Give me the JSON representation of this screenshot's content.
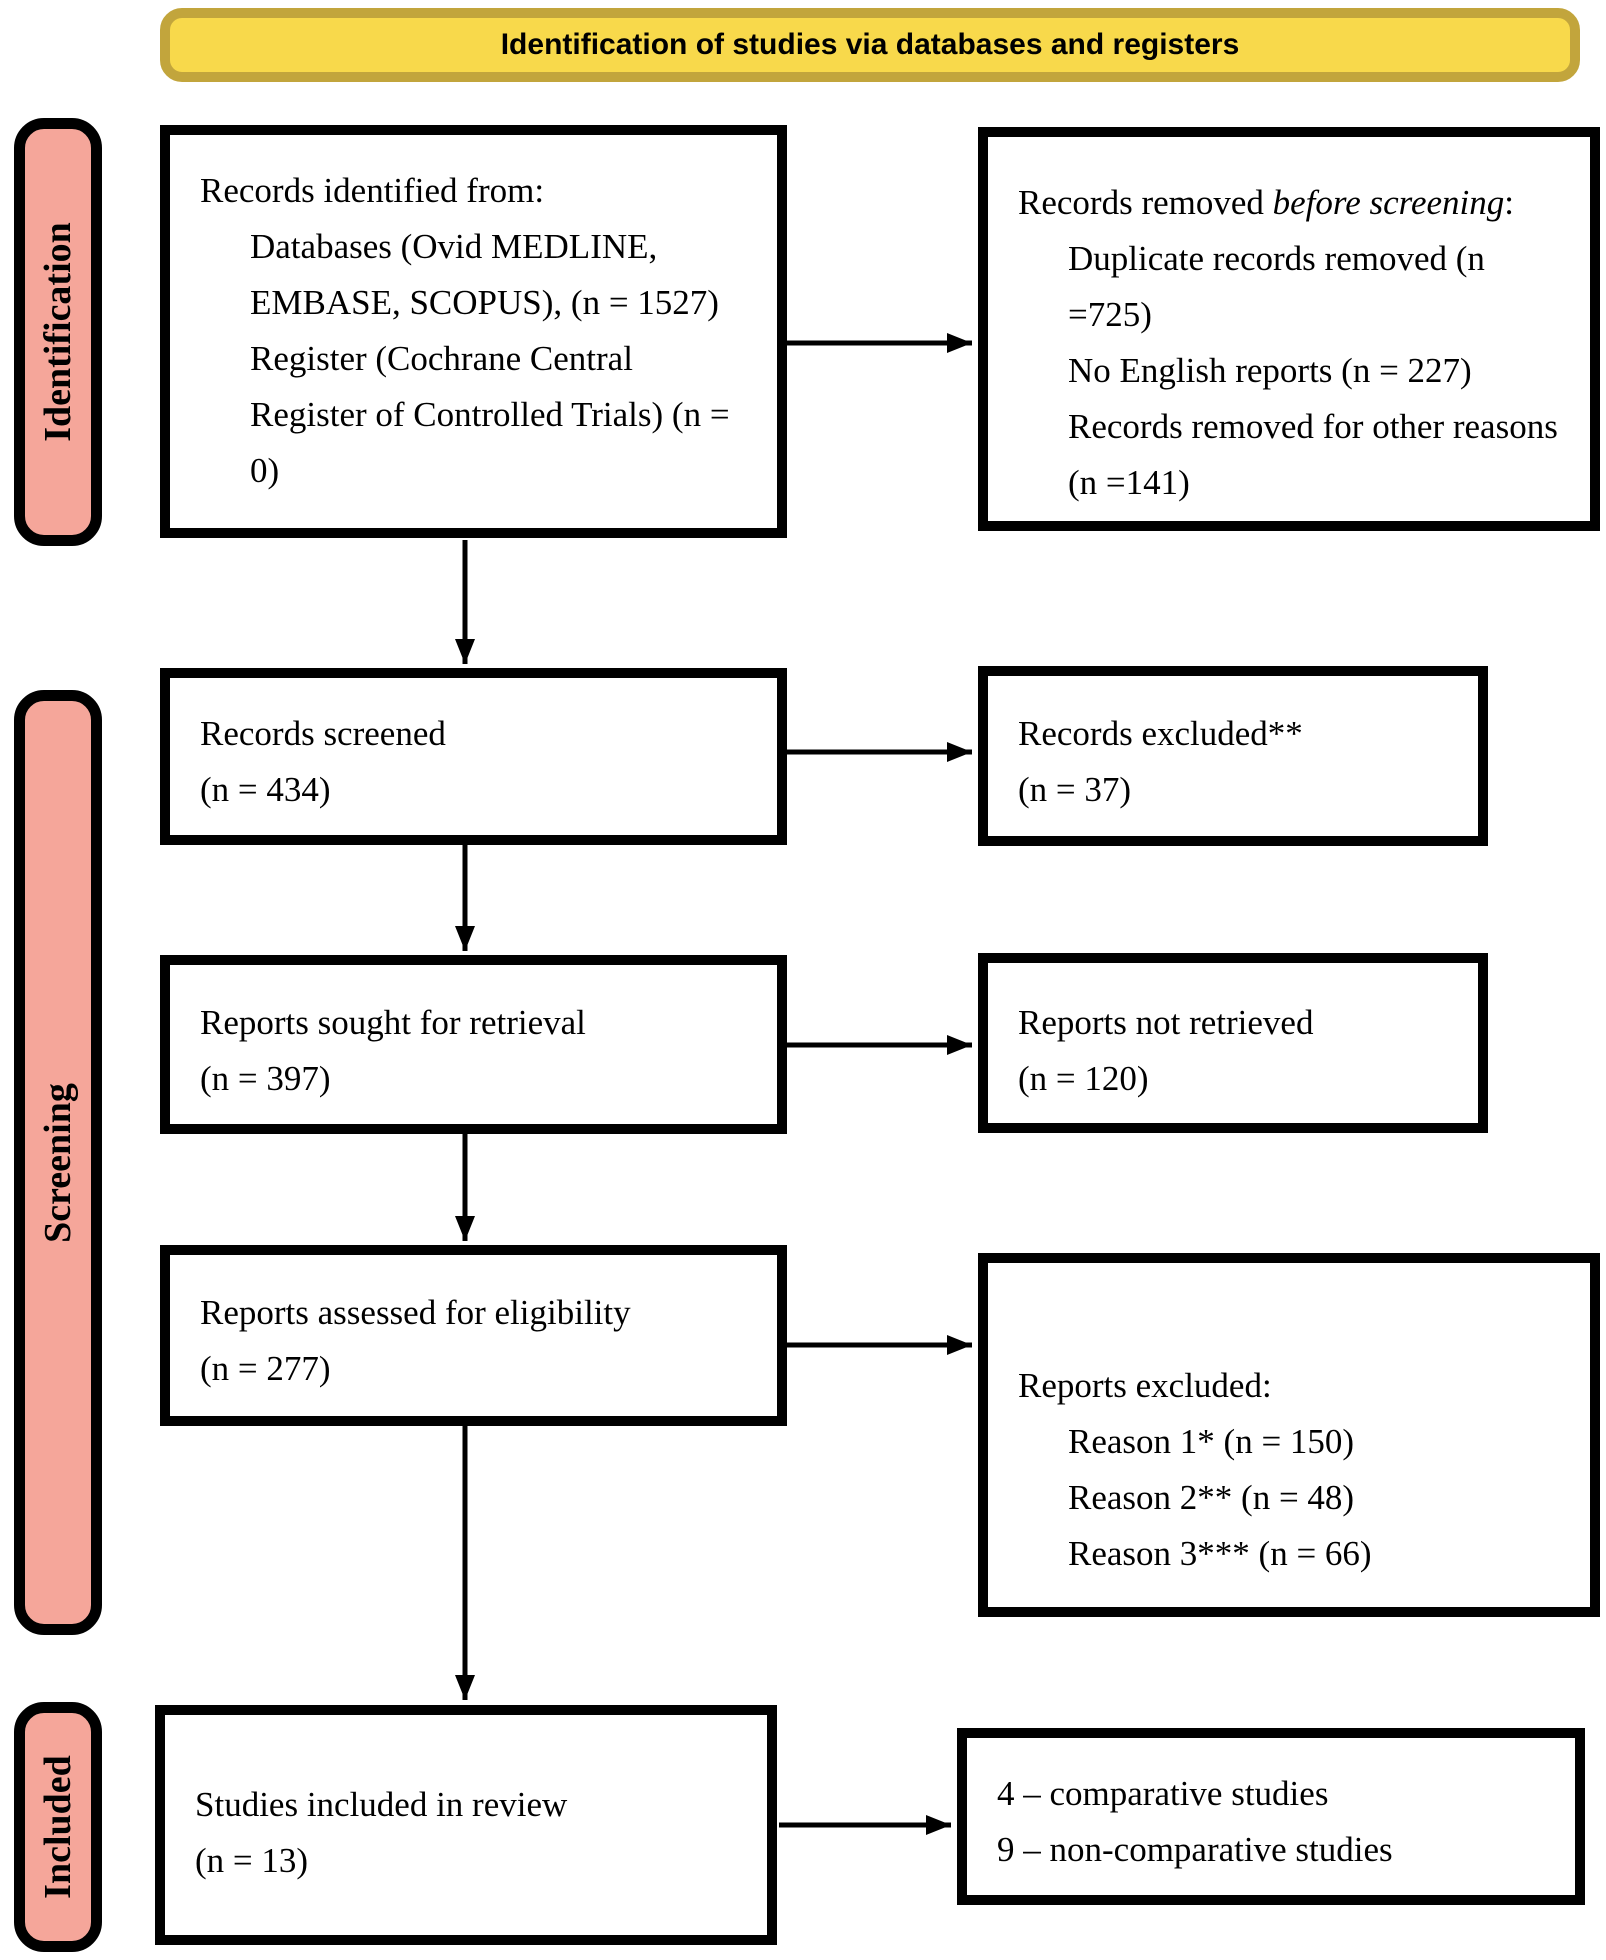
{
  "title": "Identification of studies via databases and registers",
  "colors": {
    "banner_fill": "#F8D94B",
    "banner_border": "#C2A53C",
    "stage_fill": "#F5A69A",
    "line_color": "#000000"
  },
  "stages": [
    {
      "label": "Identification"
    },
    {
      "label": "Screening"
    },
    {
      "label": "Included"
    }
  ],
  "boxes": {
    "records_identified": {
      "intro": "Records identified from:",
      "items": [
        "Databases (Ovid MEDLINE, EMBASE, SCOPUS), (n = 1527)",
        "Register (Cochrane Central Register of Controlled Trials) (n = 0)"
      ]
    },
    "records_removed": {
      "intro_prefix": "Records removed ",
      "intro_italic": "before screening",
      "intro_suffix": ":",
      "items": [
        "Duplicate records removed (n =725)",
        "No English reports (n = 227)",
        "Records removed for other reasons (n =141)"
      ]
    },
    "records_screened": {
      "line1": "Records screened",
      "line2": "(n = 434)"
    },
    "records_excluded": {
      "line1": "Records excluded**",
      "line2": "(n = 37)"
    },
    "reports_sought": {
      "line1": "Reports sought for retrieval",
      "line2": "(n = 397)"
    },
    "reports_not_retrieved": {
      "line1": "Reports not retrieved",
      "line2": "(n = 120)"
    },
    "reports_assessed": {
      "line1": "Reports assessed for eligibility",
      "line2": "(n = 277)"
    },
    "reports_excluded": {
      "intro": "Reports excluded:",
      "items": [
        "Reason 1* (n = 150)",
        "Reason 2** (n = 48)",
        "Reason 3*** (n = 66)"
      ]
    },
    "studies_included": {
      "line1": "Studies included in review",
      "line2": "(n = 13)"
    },
    "included_breakdown": {
      "line1": "4 – comparative studies",
      "line2": "9 – non-comparative studies"
    }
  }
}
